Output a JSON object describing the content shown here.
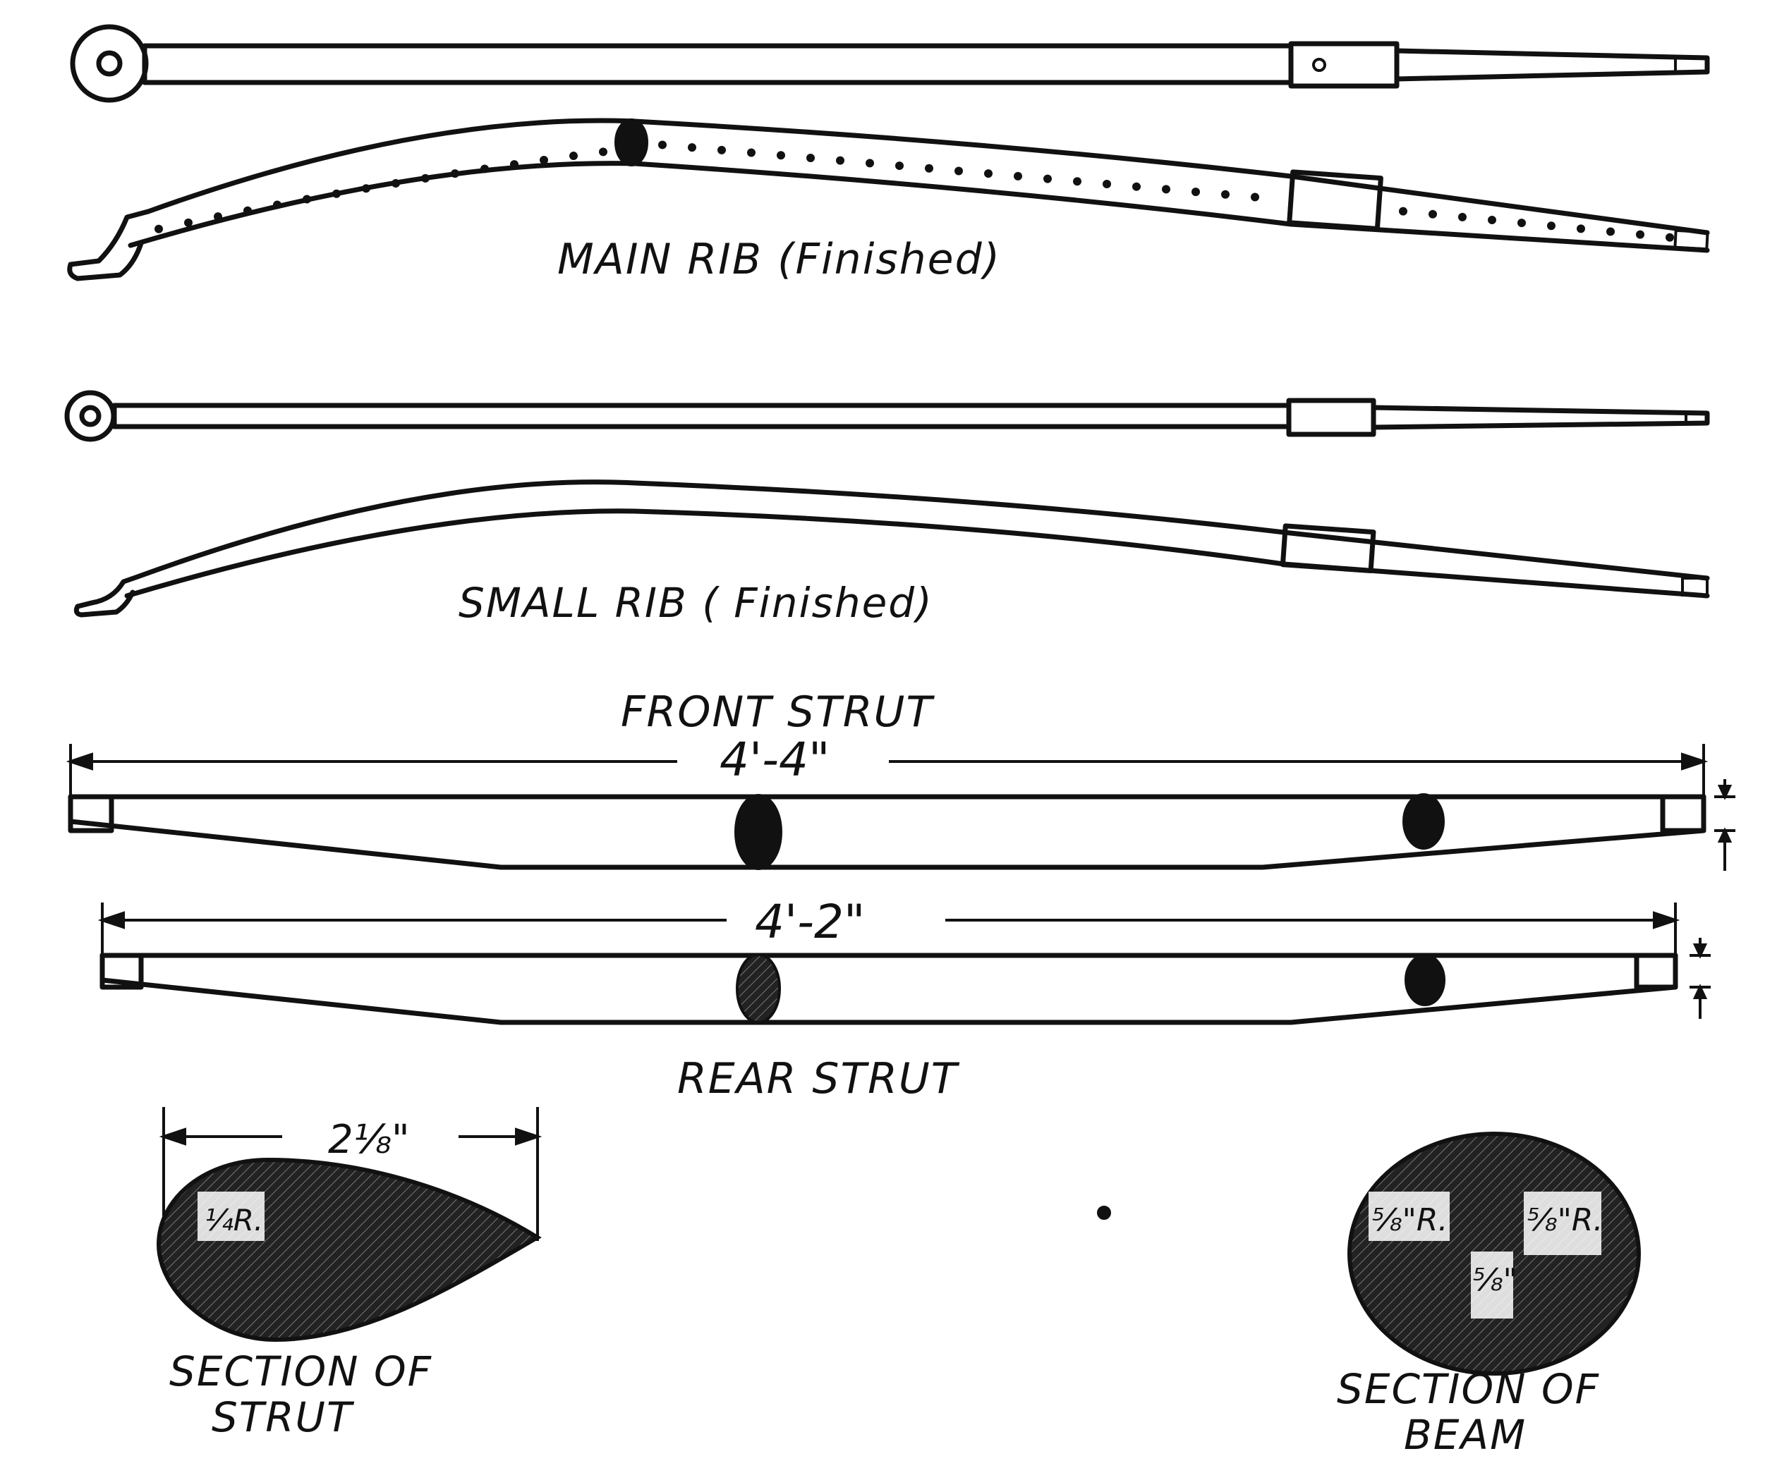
{
  "labels": {
    "main_rib": "MAIN RIB (Finished)",
    "small_rib": "SMALL RIB ( Finished)",
    "front_strut": "FRONT STRUT",
    "rear_strut": "REAR STRUT",
    "section_strut": [
      "SECTION OF",
      "STRUT"
    ],
    "section_beam": [
      "SECTION OF",
      "BEAM"
    ]
  },
  "dimensions": {
    "front_strut_length": "4'-4\"",
    "rear_strut_length": "4'-2\"",
    "strut_section_width": "2⅛\"",
    "strut_section_radius": "¼R.",
    "beam_radius_left": "⅝\"R.",
    "beam_radius_right": "⅝\"R.",
    "beam_center": "⅝\""
  }
}
